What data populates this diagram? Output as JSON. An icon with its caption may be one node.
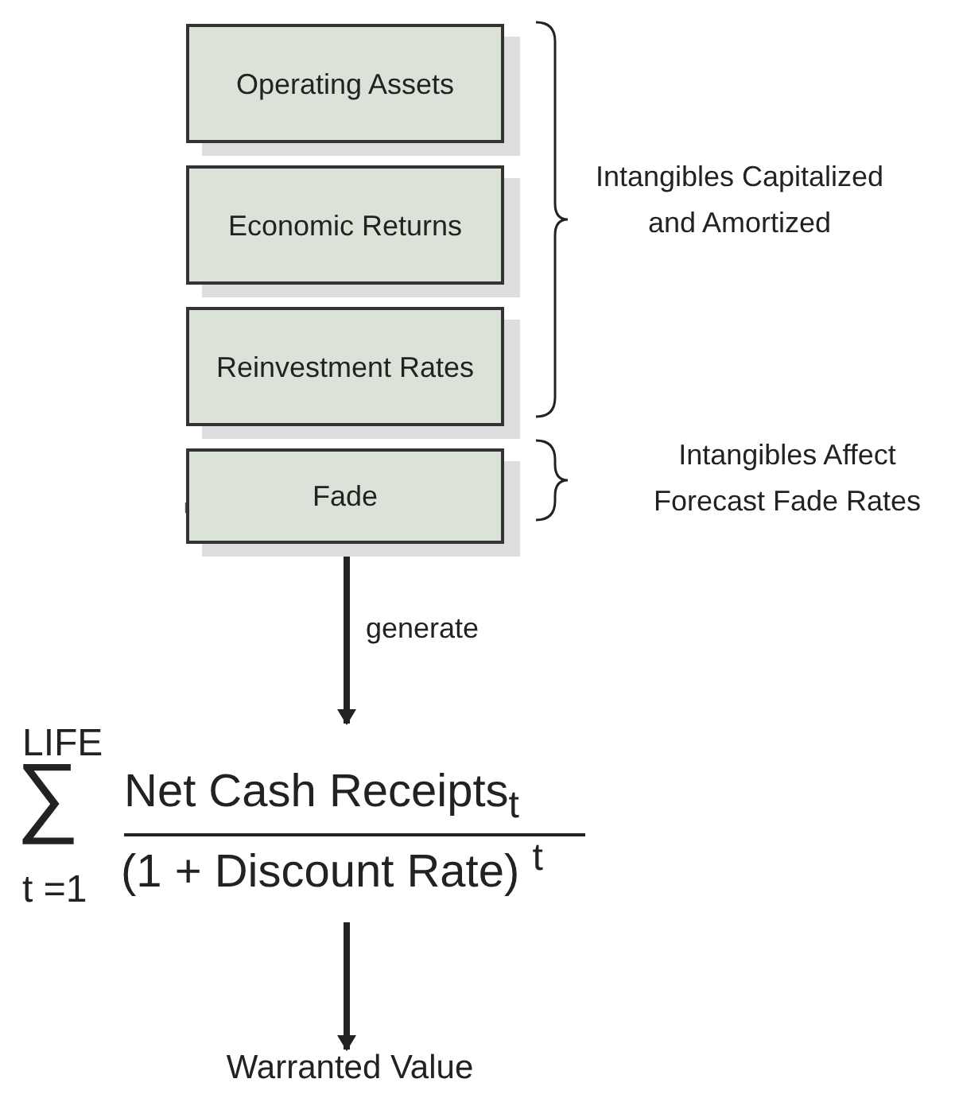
{
  "diagram": {
    "nodes": [
      {
        "text": [
          "Operating Assets"
        ]
      },
      {
        "text": [
          "Economic Returns"
        ]
      },
      {
        "text": [
          "Reinvestment Rates"
        ]
      },
      {
        "text": [
          "Fade"
        ]
      },
      {
        "text": [
          "LIFE",
          "∑",
          "t =1",
          "Net Cash Receipts$_{t}$",
          "(1 + Discount Rate) $^{t}$"
        ]
      },
      {
        "text": [
          "Warranted Value"
        ]
      }
    ],
    "edges": [
      {
        "from": 3,
        "to": 4,
        "arrow": "to",
        "label": "generate"
      },
      {
        "from": 4,
        "to": 5,
        "arrow": "to"
      }
    ],
    "labels": [
      "Intangibles Capitalized and Amortized",
      "Intangibles Affect Forecast Fade Rates"
    ]
  }
}
